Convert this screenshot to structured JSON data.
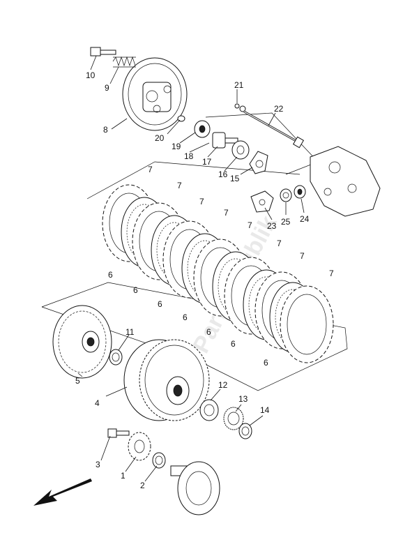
{
  "diagram": {
    "callouts": [
      {
        "id": "1",
        "text": "1"
      },
      {
        "id": "2",
        "text": "2"
      },
      {
        "id": "3",
        "text": "3"
      },
      {
        "id": "4",
        "text": "4"
      },
      {
        "id": "5",
        "text": "5"
      },
      {
        "id": "6a",
        "text": "6"
      },
      {
        "id": "6b",
        "text": "6"
      },
      {
        "id": "6c",
        "text": "6"
      },
      {
        "id": "6d",
        "text": "6"
      },
      {
        "id": "6e",
        "text": "6"
      },
      {
        "id": "6f",
        "text": "6"
      },
      {
        "id": "6g",
        "text": "6"
      },
      {
        "id": "7a",
        "text": "7"
      },
      {
        "id": "7b",
        "text": "7"
      },
      {
        "id": "7c",
        "text": "7"
      },
      {
        "id": "7d",
        "text": "7"
      },
      {
        "id": "7e",
        "text": "7"
      },
      {
        "id": "7f",
        "text": "7"
      },
      {
        "id": "7g",
        "text": "7"
      },
      {
        "id": "7h",
        "text": "7"
      },
      {
        "id": "8",
        "text": "8"
      },
      {
        "id": "9",
        "text": "9"
      },
      {
        "id": "10",
        "text": "10"
      },
      {
        "id": "11",
        "text": "11"
      },
      {
        "id": "12",
        "text": "12"
      },
      {
        "id": "13",
        "text": "13"
      },
      {
        "id": "14",
        "text": "14"
      },
      {
        "id": "15",
        "text": "15"
      },
      {
        "id": "16",
        "text": "16"
      },
      {
        "id": "17",
        "text": "17"
      },
      {
        "id": "18",
        "text": "18"
      },
      {
        "id": "19",
        "text": "19"
      },
      {
        "id": "20",
        "text": "20"
      },
      {
        "id": "21",
        "text": "21"
      },
      {
        "id": "22",
        "text": "22"
      },
      {
        "id": "23",
        "text": "23"
      },
      {
        "id": "24",
        "text": "24"
      },
      {
        "id": "25",
        "text": "25"
      }
    ],
    "watermark": "Partsrepublik"
  }
}
